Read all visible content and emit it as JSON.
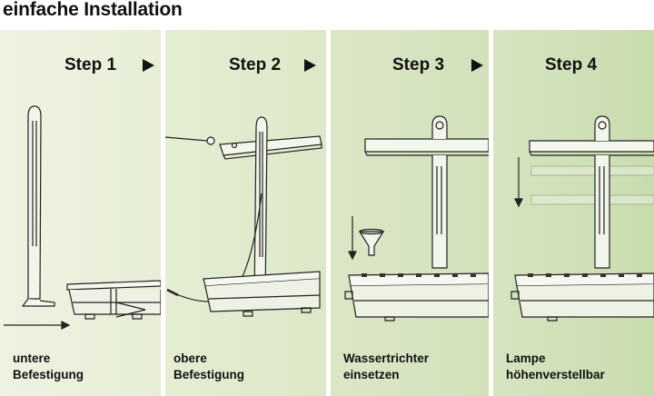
{
  "title": "einfache Installation",
  "steps": [
    {
      "heading": "Step 1",
      "label_line1": "untere",
      "label_line2": "Befestigung"
    },
    {
      "heading": "Step 2",
      "label_line1": "obere",
      "label_line2": "Befestigung"
    },
    {
      "heading": "Step 3",
      "label_line1": "Wassertrichter",
      "label_line2": "einsetzen"
    },
    {
      "heading": "Step 4",
      "label_line1": "Lampe",
      "label_line2": "höhenverstellbar"
    }
  ],
  "colors": {
    "line": "#222222",
    "panel1": "#e9f0da",
    "panel2": "#e0eacc",
    "panel3": "#d7e3c1",
    "panel4": "#cfdfb6"
  },
  "icons": [
    "play-arrow-icon"
  ]
}
